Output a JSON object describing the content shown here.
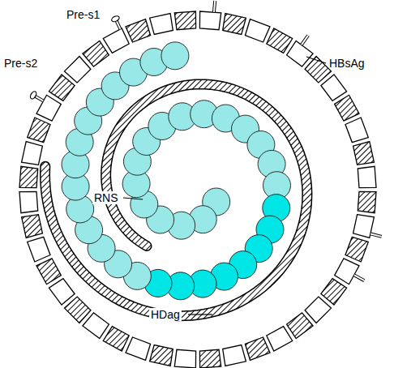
{
  "diagram": {
    "labels": [
      "Pre-s1",
      "Pre-s2",
      "HBsAg",
      "RNS",
      "HDag"
    ]
  }
}
